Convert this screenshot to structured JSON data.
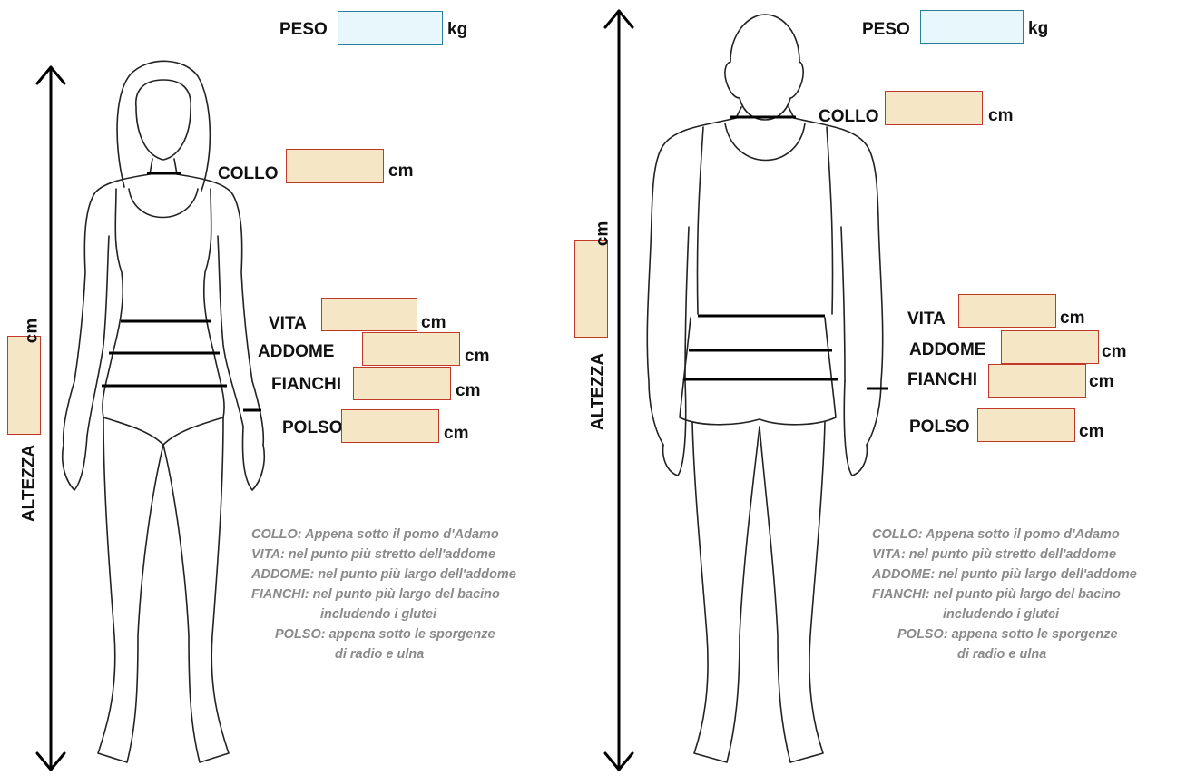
{
  "colors": {
    "measure_box_fill": "#f5e6c6",
    "measure_box_border": "#c0392b",
    "weight_box_fill": "#e8f7fc",
    "weight_box_border": "#2a7f9a",
    "note_text": "#8a8a8a"
  },
  "female": {
    "weight": {
      "label": "PESO",
      "unit": "kg",
      "value": ""
    },
    "height": {
      "label": "ALTEZZA",
      "unit": "cm",
      "value": ""
    },
    "neck": {
      "label": "COLLO",
      "unit": "cm",
      "value": ""
    },
    "waist": {
      "label": "VITA",
      "unit": "cm",
      "value": ""
    },
    "abdomen": {
      "label": "ADDOME",
      "unit": "cm",
      "value": ""
    },
    "hips": {
      "label": "FIANCHI",
      "unit": "cm",
      "value": ""
    },
    "wrist": {
      "label": "POLSO",
      "unit": "cm",
      "value": ""
    },
    "notes": [
      "COLLO: Appena sotto il pomo d'Adamo",
      "VITA: nel punto più stretto dell'addome",
      "ADDOME: nel punto più largo dell'addome",
      "FIANCHI: nel punto più largo del bacino",
      "includendo i glutei",
      "POLSO: appena sotto le sporgenze",
      "di radio e ulna"
    ]
  },
  "male": {
    "weight": {
      "label": "PESO",
      "unit": "kg",
      "value": ""
    },
    "height": {
      "label": "ALTEZZA",
      "unit": "cm",
      "value": ""
    },
    "neck": {
      "label": "COLLO",
      "unit": "cm",
      "value": ""
    },
    "waist": {
      "label": "VITA",
      "unit": "cm",
      "value": ""
    },
    "abdomen": {
      "label": "ADDOME",
      "unit": "cm",
      "value": ""
    },
    "hips": {
      "label": "FIANCHI",
      "unit": "cm",
      "value": ""
    },
    "wrist": {
      "label": "POLSO",
      "unit": "cm",
      "value": ""
    },
    "notes": [
      "COLLO: Appena sotto il pomo d'Adamo",
      "VITA: nel punto più stretto dell'addome",
      "ADDOME: nel punto più largo dell'addome",
      "FIANCHI: nel punto più largo del bacino",
      "includendo i glutei",
      "POLSO: appena sotto le sporgenze",
      "di radio e ulna"
    ]
  }
}
